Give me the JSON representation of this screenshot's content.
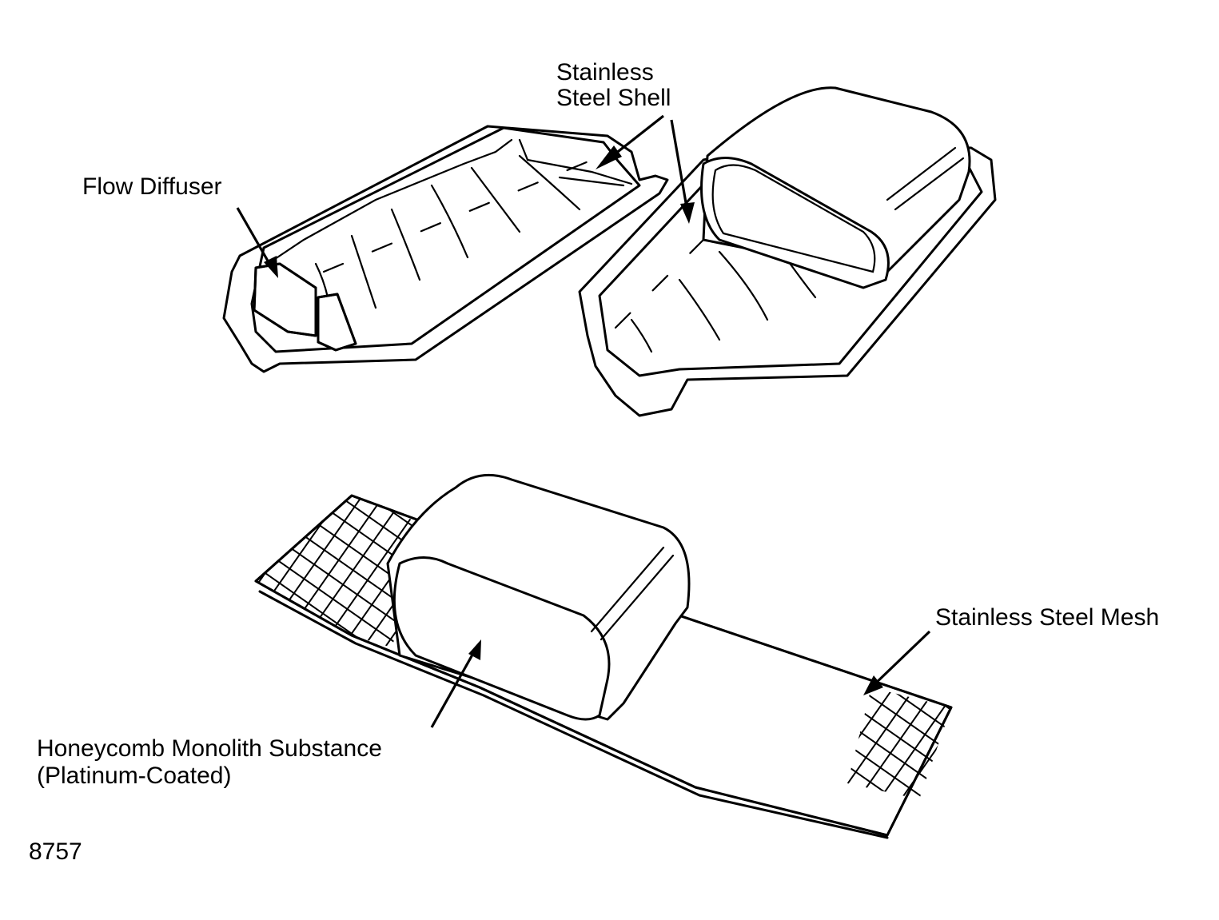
{
  "labels": {
    "stainless_steel_shell_line1": "Stainless",
    "stainless_steel_shell_line2": "Steel Shell",
    "flow_diffuser": "Flow Diffuser",
    "stainless_steel_mesh": "Stainless Steel Mesh",
    "honeycomb_line1": "Honeycomb Monolith Substance",
    "honeycomb_line2": "(Platinum-Coated)",
    "figure_number": "8757"
  }
}
